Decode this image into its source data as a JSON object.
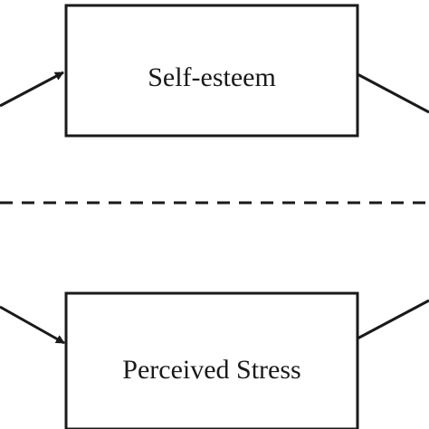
{
  "nodes": {
    "top": {
      "label": "Self-esteem"
    },
    "bottom": {
      "label": "Perceived Stress"
    }
  },
  "colors": {
    "stroke": "#1a1a1a",
    "background": "#ffffff"
  },
  "separator": {
    "style": "dashed"
  }
}
